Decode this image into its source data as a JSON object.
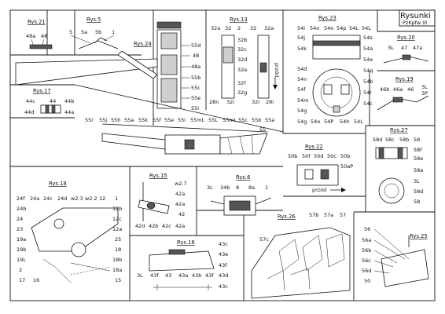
{
  "sheet": {
    "title": "Rysunki",
    "subtitle": "PzKpfw III"
  },
  "figures": {
    "rys21": {
      "title": "Rys.21",
      "labels": [
        "48a",
        "48"
      ]
    },
    "rys5": {
      "title": "Rys.5",
      "labels": [
        "5",
        "5a",
        "5b",
        "1"
      ]
    },
    "rys24": {
      "title": "Rys.24",
      "labels": [
        "55d",
        "48",
        "48a",
        "55b",
        "55c",
        "55e",
        "55i"
      ]
    },
    "rys13": {
      "title": "Rys.13",
      "labels": [
        "32a",
        "32",
        "2",
        "32",
        "32a",
        "32b",
        "32c",
        "32d",
        "32e",
        "32f",
        "32g",
        "28n",
        "32i",
        "32i",
        "28i"
      ],
      "arrow": "przód"
    },
    "rys23": {
      "title": "Rys.23",
      "labels": [
        "54i",
        "54o",
        "54o",
        "54p",
        "54L",
        "54L",
        "54j",
        "54k",
        "54s",
        "54a",
        "54e",
        "54q",
        "54d",
        "54n",
        "54b",
        "54r",
        "54f",
        "54m",
        "54c",
        "54g",
        "54g",
        "54o",
        "54P",
        "54h",
        "54L"
      ]
    },
    "rys20": {
      "title": "Rys.20",
      "labels": [
        "3L",
        "47",
        "47a"
      ]
    },
    "rys19": {
      "title": "Rys.19",
      "labels": [
        "46b",
        "46a",
        "46",
        "3L",
        "3P"
      ]
    },
    "rys17": {
      "title": "Rys.17",
      "labels": [
        "44c",
        "44",
        "44b",
        "44d",
        "44a"
      ]
    },
    "barrel": {
      "labels": [
        "55i",
        "55j",
        "55h",
        "55a",
        "55k",
        "55f",
        "55e",
        "55i",
        "55mL",
        "55L",
        "55mL",
        "55c",
        "55b",
        "55a",
        "55"
      ]
    },
    "rys22": {
      "title": "Rys.22",
      "labels": [
        "50b",
        "50f",
        "50d",
        "50c",
        "50b",
        "50aP"
      ],
      "arrow": "przód"
    },
    "rys27": {
      "title": "Rys.27",
      "labels": [
        "58d",
        "58c",
        "58b",
        "58",
        "58f",
        "58e",
        "58a",
        "3L",
        "58d",
        "58"
      ]
    },
    "rys18": {
      "title": "Rys.18",
      "labels": [
        "24f",
        "24a",
        "24c",
        "24d",
        "w2.3",
        "w2.2",
        "12",
        "1",
        "24b",
        "12b",
        "24",
        "12c",
        "23",
        "12a",
        "19a",
        "25",
        "19b",
        "18",
        "19L",
        "18b",
        "2",
        "18a",
        "17",
        "16",
        "15"
      ]
    },
    "rys15": {
      "title": "Rys.15",
      "labels": [
        "w2.7",
        "42a",
        "42a",
        "42",
        "42d",
        "42b",
        "42c",
        "42a"
      ]
    },
    "rys6": {
      "title": "Rys.6",
      "labels": [
        "3L",
        "34b",
        "8",
        "8a",
        "1"
      ]
    },
    "rys16": {
      "title": "Rys.16",
      "labels": [
        "43c",
        "43e",
        "43f",
        "3L",
        "43f",
        "43",
        "43a",
        "43b",
        "43f",
        "43d",
        "43c"
      ]
    },
    "rys26": {
      "title": "Rys.26",
      "labels": [
        "57b",
        "57a",
        "57",
        "57c"
      ]
    },
    "rys25": {
      "title": "Rys.25",
      "labels": [
        "56",
        "56a",
        "56b",
        "56c",
        "56d",
        "50"
      ]
    }
  }
}
